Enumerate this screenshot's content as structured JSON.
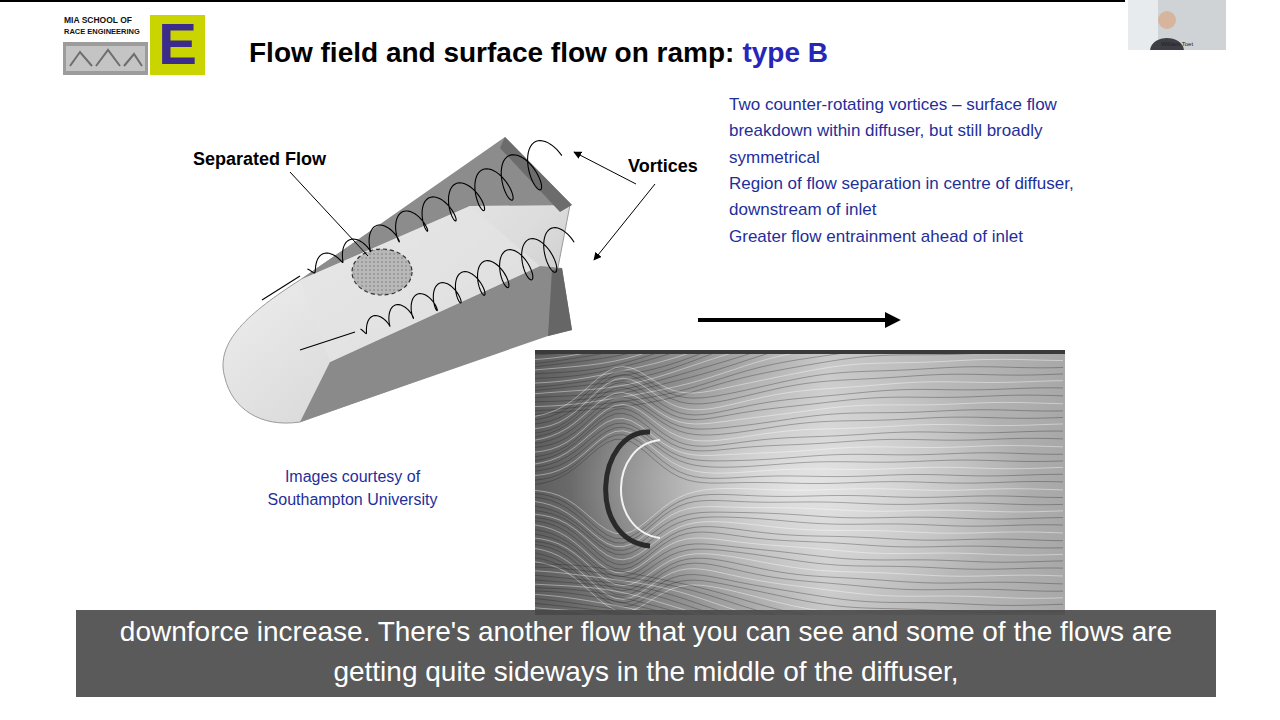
{
  "diagram": {
    "title": "Flow field and surface flow on ramp:",
    "caption": "downforce increase. There's another flow that you can see and some of the flows are getting quite sideways in the middle of the diffuser,",
    "labels": [
      "MIA SCHOOL OF",
      "RACE ENGINEERING",
      "E",
      "type B",
      "Separated Flow",
      "Vortices",
      "Two counter-rotating vortices – surface flow breakdown within diffuser, but still broadly symmetrical",
      "Region of flow separation in centre of diffuser, downstream of inlet",
      "Greater flow entrainment ahead of inlet",
      "Images courtesy of Southampton University",
      "William Toet"
    ]
  }
}
